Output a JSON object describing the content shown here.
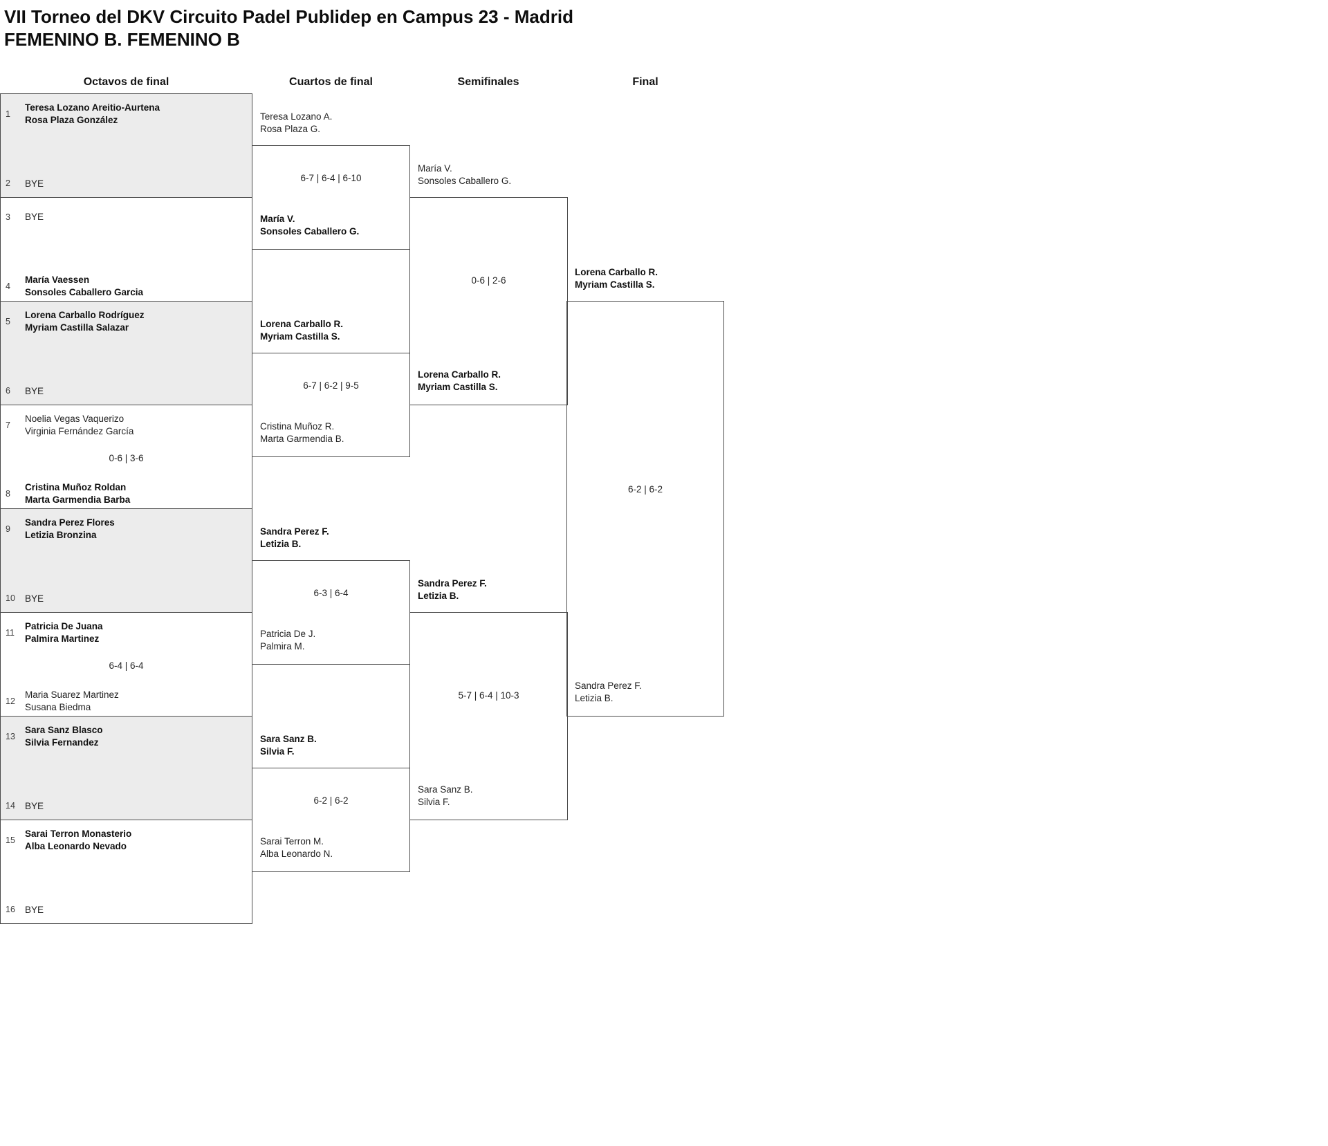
{
  "title": "VII Torneo del DKV Circuito Padel Publidep en Campus 23 - Madrid",
  "subtitle": "FEMENINO B. FEMENINO B",
  "colors": {
    "block_fill": "#ececec",
    "line": "#4a4a4a",
    "text": "#1b1b1b"
  },
  "round_headers": {
    "octavos": "Octavos de final",
    "cuartos": "Cuartos de final",
    "semifinales": "Semifinales",
    "final": "Final"
  },
  "octavos": {
    "entries": [
      {
        "seed": "1",
        "line1": "Teresa Lozano Areitio-Aurtena",
        "line2": "Rosa Plaza González",
        "winner": true
      },
      {
        "seed": "2",
        "line1": "BYE",
        "line2": "",
        "winner": false
      },
      {
        "seed": "3",
        "line1": "BYE",
        "line2": "",
        "winner": false
      },
      {
        "seed": "4",
        "line1": "María Vaessen",
        "line2": "Sonsoles Caballero Garcia",
        "winner": true
      },
      {
        "seed": "5",
        "line1": "Lorena Carballo Rodríguez",
        "line2": "Myriam Castilla Salazar",
        "winner": true
      },
      {
        "seed": "6",
        "line1": "BYE",
        "line2": "",
        "winner": false
      },
      {
        "seed": "7",
        "line1": "Noelia Vegas Vaquerizo",
        "line2": "Virginia Fernández García",
        "winner": false
      },
      {
        "seed": "8",
        "line1": "Cristina Muñoz Roldan",
        "line2": "Marta Garmendia Barba",
        "winner": true
      },
      {
        "seed": "9",
        "line1": "Sandra Perez Flores",
        "line2": "Letizia Bronzina",
        "winner": true
      },
      {
        "seed": "10",
        "line1": "BYE",
        "line2": "",
        "winner": false
      },
      {
        "seed": "11",
        "line1": "Patricia De Juana",
        "line2": "Palmira Martinez",
        "winner": true
      },
      {
        "seed": "12",
        "line1": "Maria Suarez Martinez",
        "line2": "Susana Biedma",
        "winner": false
      },
      {
        "seed": "13",
        "line1": "Sara Sanz Blasco",
        "line2": "Silvia Fernandez",
        "winner": true
      },
      {
        "seed": "14",
        "line1": "BYE",
        "line2": "",
        "winner": false
      },
      {
        "seed": "15",
        "line1": "Sarai Terron Monasterio",
        "line2": "Alba Leonardo Nevado",
        "winner": true
      },
      {
        "seed": "16",
        "line1": "BYE",
        "line2": "",
        "winner": false
      }
    ],
    "score_m4": "0-6 | 3-6",
    "score_m6": "6-4 | 6-4"
  },
  "cuartos": [
    {
      "top": {
        "line1": "Teresa Lozano A.",
        "line2": "Rosa Plaza G.",
        "winner": false
      },
      "score": "6-7 | 6-4 | 6-10",
      "bottom": {
        "line1": "María V.",
        "line2": "Sonsoles Caballero G.",
        "winner": true
      }
    },
    {
      "top": {
        "line1": "Lorena Carballo R.",
        "line2": "Myriam Castilla S.",
        "winner": true
      },
      "score": "6-7 | 6-2 | 9-5",
      "bottom": {
        "line1": "Cristina Muñoz R.",
        "line2": "Marta Garmendia B.",
        "winner": false
      }
    },
    {
      "top": {
        "line1": "Sandra Perez F.",
        "line2": "Letizia B.",
        "winner": true
      },
      "score": "6-3 | 6-4",
      "bottom": {
        "line1": "Patricia De J.",
        "line2": "Palmira M.",
        "winner": false
      }
    },
    {
      "top": {
        "line1": "Sara Sanz B.",
        "line2": "Silvia F.",
        "winner": true
      },
      "score": "6-2 | 6-2",
      "bottom": {
        "line1": "Sarai Terron M.",
        "line2": "Alba Leonardo N.",
        "winner": false
      }
    }
  ],
  "semifinales": [
    {
      "top": {
        "line1": "María V.",
        "line2": "Sonsoles Caballero G.",
        "winner": false
      },
      "score": "0-6 | 2-6",
      "bottom": {
        "line1": "Lorena Carballo R.",
        "line2": "Myriam Castilla S.",
        "winner": true
      }
    },
    {
      "top": {
        "line1": "Sandra Perez F.",
        "line2": "Letizia B.",
        "winner": true
      },
      "score": "5-7 | 6-4 | 10-3",
      "bottom": {
        "line1": "Sara Sanz B.",
        "line2": "Silvia F.",
        "winner": false
      }
    }
  ],
  "final": {
    "top": {
      "line1": "Lorena Carballo R.",
      "line2": "Myriam Castilla S.",
      "winner": true
    },
    "score": "6-2 | 6-2",
    "bottom": {
      "line1": "Sandra Perez F.",
      "line2": "Letizia B.",
      "winner": false
    }
  }
}
